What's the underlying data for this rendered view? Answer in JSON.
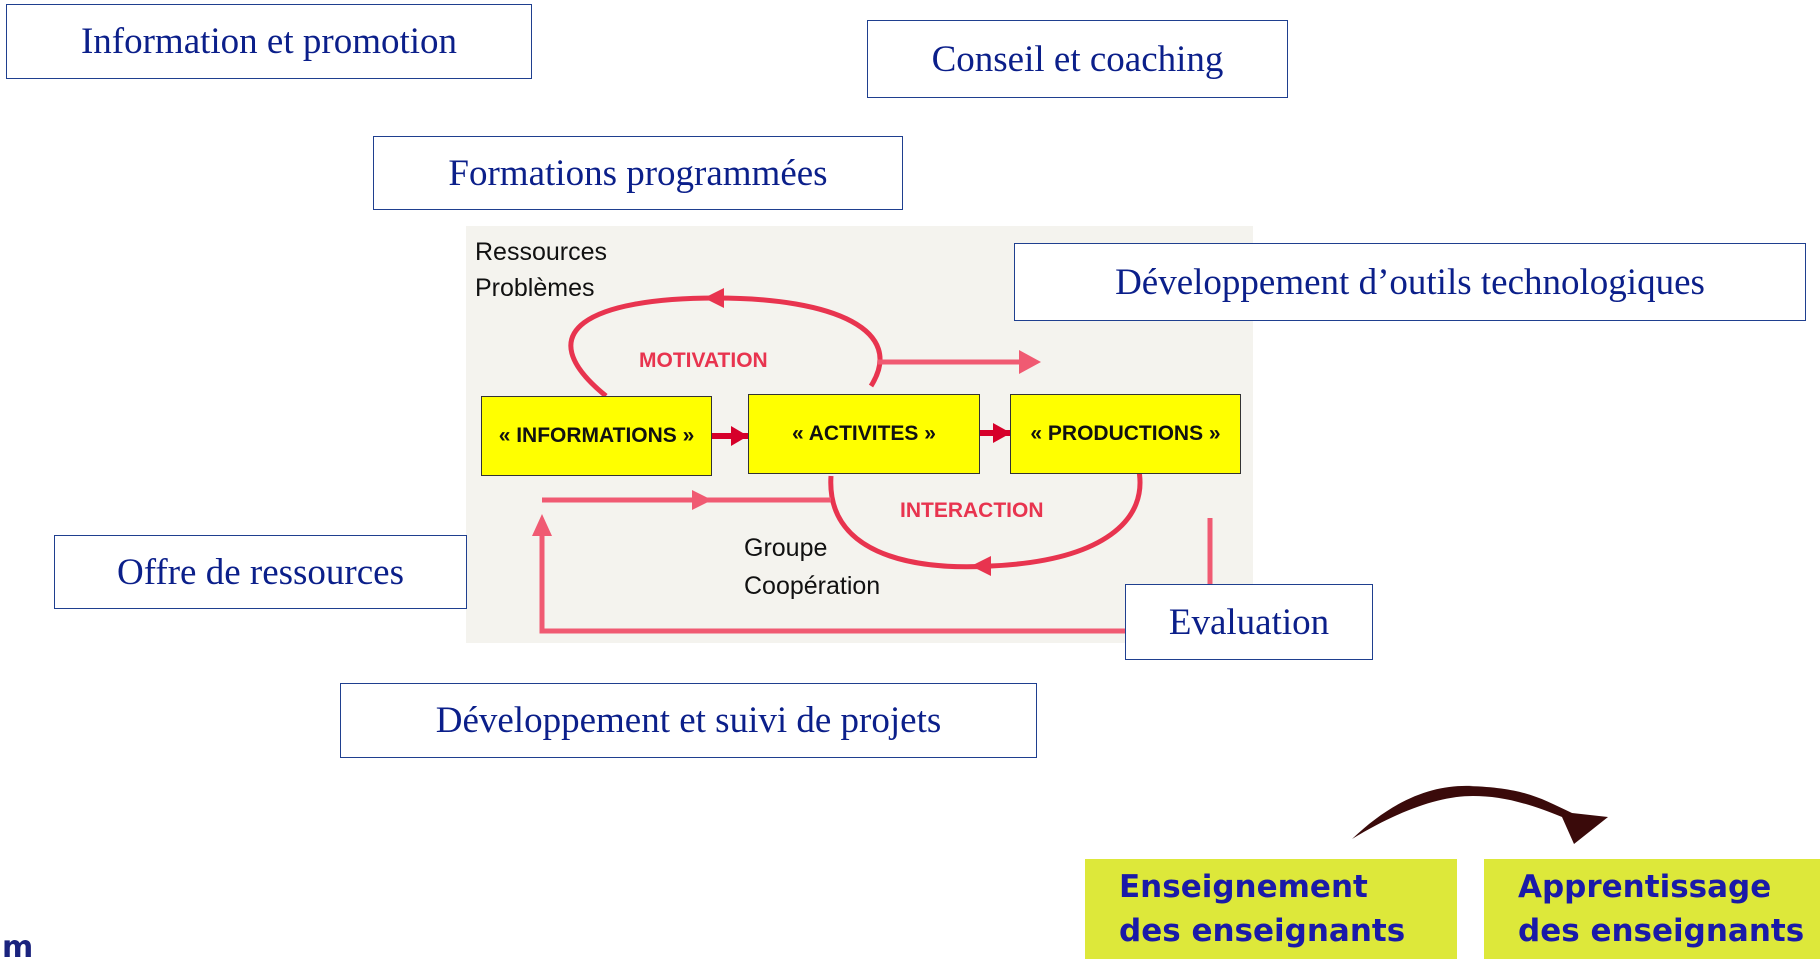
{
  "boxes": {
    "information": "Information et promotion",
    "conseil": "Conseil et coaching",
    "formations": "Formations programmées",
    "outils": "Développement d’outils technologiques",
    "offre": "Offre de ressources",
    "evaluation": "Evaluation",
    "projets": "Développement et suivi de projets"
  },
  "diagram": {
    "top_text": [
      "Ressources",
      "Problèmes"
    ],
    "bottom_text": [
      "Groupe",
      "Coopération"
    ],
    "nodes": [
      "« INFORMATIONS »",
      "« ACTIVITES »",
      "« PRODUCTIONS »"
    ],
    "loop_top": "MOTIVATION",
    "loop_bottom": "INTERACTION"
  },
  "outcomes": {
    "left": [
      "Enseignement",
      "des enseignants"
    ],
    "right": [
      "Apprentissage",
      "des enseignants"
    ]
  },
  "logo_text": "m",
  "colors": {
    "box_border": "#1f3f8f",
    "box_text": "#0b1f8a",
    "node_fill": "#ffff00",
    "flow_arrow": "#e8344f",
    "node_arrow": "#d6002a",
    "outcome_fill": "#dde83a",
    "outcome_text": "#1a1aa8",
    "curved_arrow": "#3a0a0a"
  }
}
